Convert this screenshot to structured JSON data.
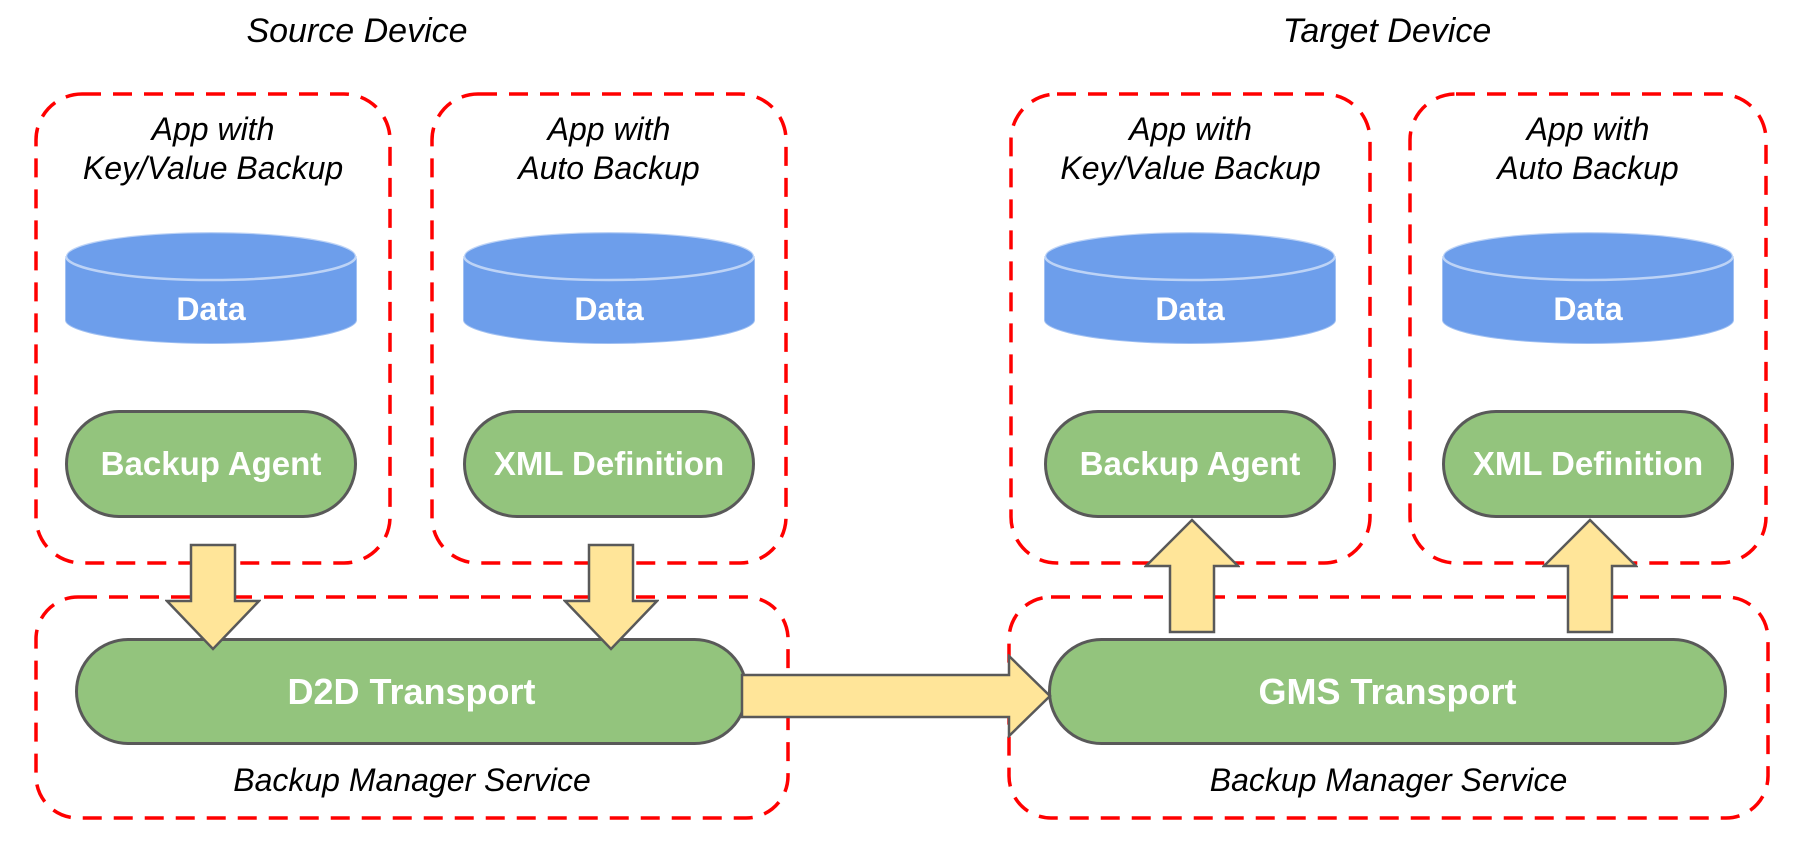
{
  "colors": {
    "data_store_fill": "#6D9EEB",
    "component_fill": "#93C47D",
    "arrow_fill": "#FFE599",
    "outline": "#595959",
    "boundary_dash": "#FF0000"
  },
  "source": {
    "title": "Source Device",
    "apps": [
      {
        "name_line1": "App with",
        "name_line2": "Key/Value Backup",
        "store": "Data",
        "component": "Backup Agent"
      },
      {
        "name_line1": "App with",
        "name_line2": "Auto Backup",
        "store": "Data",
        "component": "XML Definition"
      }
    ],
    "service": {
      "transport": "D2D Transport",
      "name": "Backup Manager Service"
    }
  },
  "target": {
    "title": "Target Device",
    "apps": [
      {
        "name_line1": "App with",
        "name_line2": "Key/Value Backup",
        "store": "Data",
        "component": "Backup Agent"
      },
      {
        "name_line1": "App with",
        "name_line2": "Auto Backup",
        "store": "Data",
        "component": "XML Definition"
      }
    ],
    "service": {
      "transport": "GMS Transport",
      "name": "Backup Manager Service"
    }
  }
}
